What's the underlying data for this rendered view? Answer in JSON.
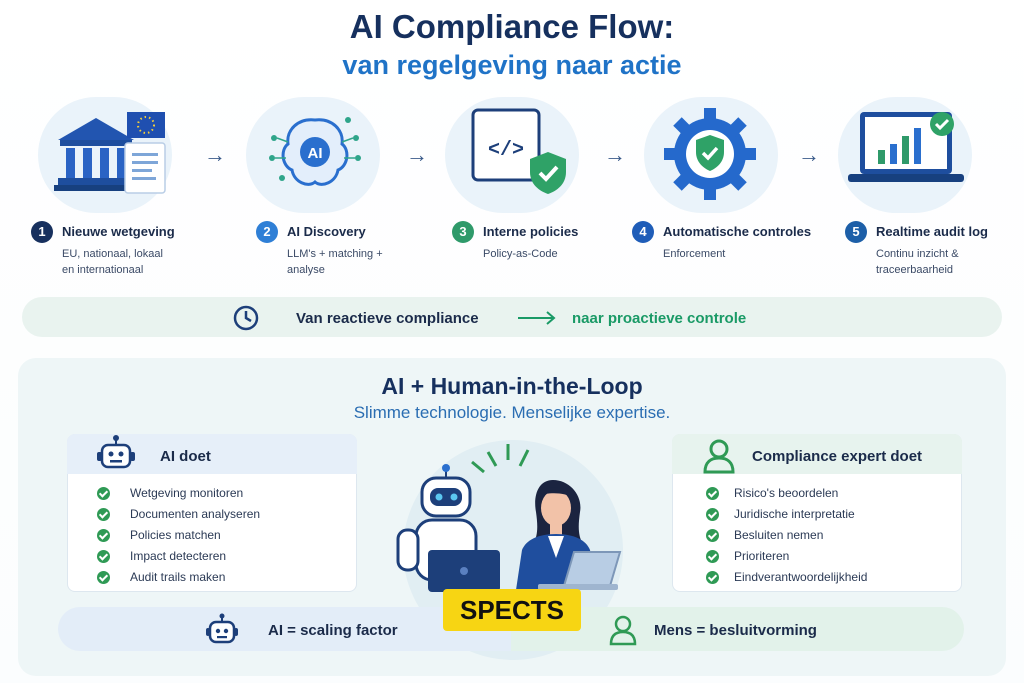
{
  "title": {
    "line1": "AI Compliance Flow:",
    "line2": "van regelgeving naar actie"
  },
  "steps": [
    {
      "number": "1",
      "title": "Nieuwe wetgeving",
      "desc_lines": [
        "EU, nationaal, lokaal",
        "en internationaal"
      ],
      "color": "#17305e"
    },
    {
      "number": "2",
      "title": "AI Discovery",
      "desc_lines": [
        "LLM's + matching +",
        "analyse"
      ],
      "color": "#2f7fd6"
    },
    {
      "number": "3",
      "title": "Interne policies",
      "desc_lines": [
        "Policy-as-Code"
      ],
      "color": "#2f9a6a"
    },
    {
      "number": "4",
      "title": "Automatische controles",
      "desc_lines": [
        "Enforcement"
      ],
      "color": "#1f5db8"
    },
    {
      "number": "5",
      "title": "Realtime audit log",
      "desc_lines": [
        "Continu inzicht &",
        "traceerbaarheid"
      ],
      "color": "#1d5fa8"
    }
  ],
  "banner": {
    "from_text": "Van reactieve compliance",
    "to_text": "naar proactieve controle",
    "icon": "clock-icon"
  },
  "section": {
    "title": "AI + Human-in-the-Loop",
    "subtitle": "Slimme technologie. Menselijke expertise."
  },
  "ai_card": {
    "title": "AI doet",
    "icon": "robot-icon",
    "items": [
      "Wetgeving monitoren",
      "Documenten analyseren",
      "Policies matchen",
      "Impact detecteren",
      "Audit trails maken"
    ]
  },
  "expert_card": {
    "title": "Compliance expert doet",
    "icon": "person-icon",
    "items": [
      "Risico's beoordelen",
      "Juridische interpretatie",
      "Besluiten nemen",
      "Prioriteren",
      "Eindverantwoordelijkheid"
    ]
  },
  "bottom": {
    "left": "AI = scaling factor",
    "right": "Mens = besluitvorming"
  },
  "watermark": "SPECTS",
  "colors": {
    "navy": "#16305e",
    "blue": "#1f73c7",
    "green": "#2f9a55"
  }
}
